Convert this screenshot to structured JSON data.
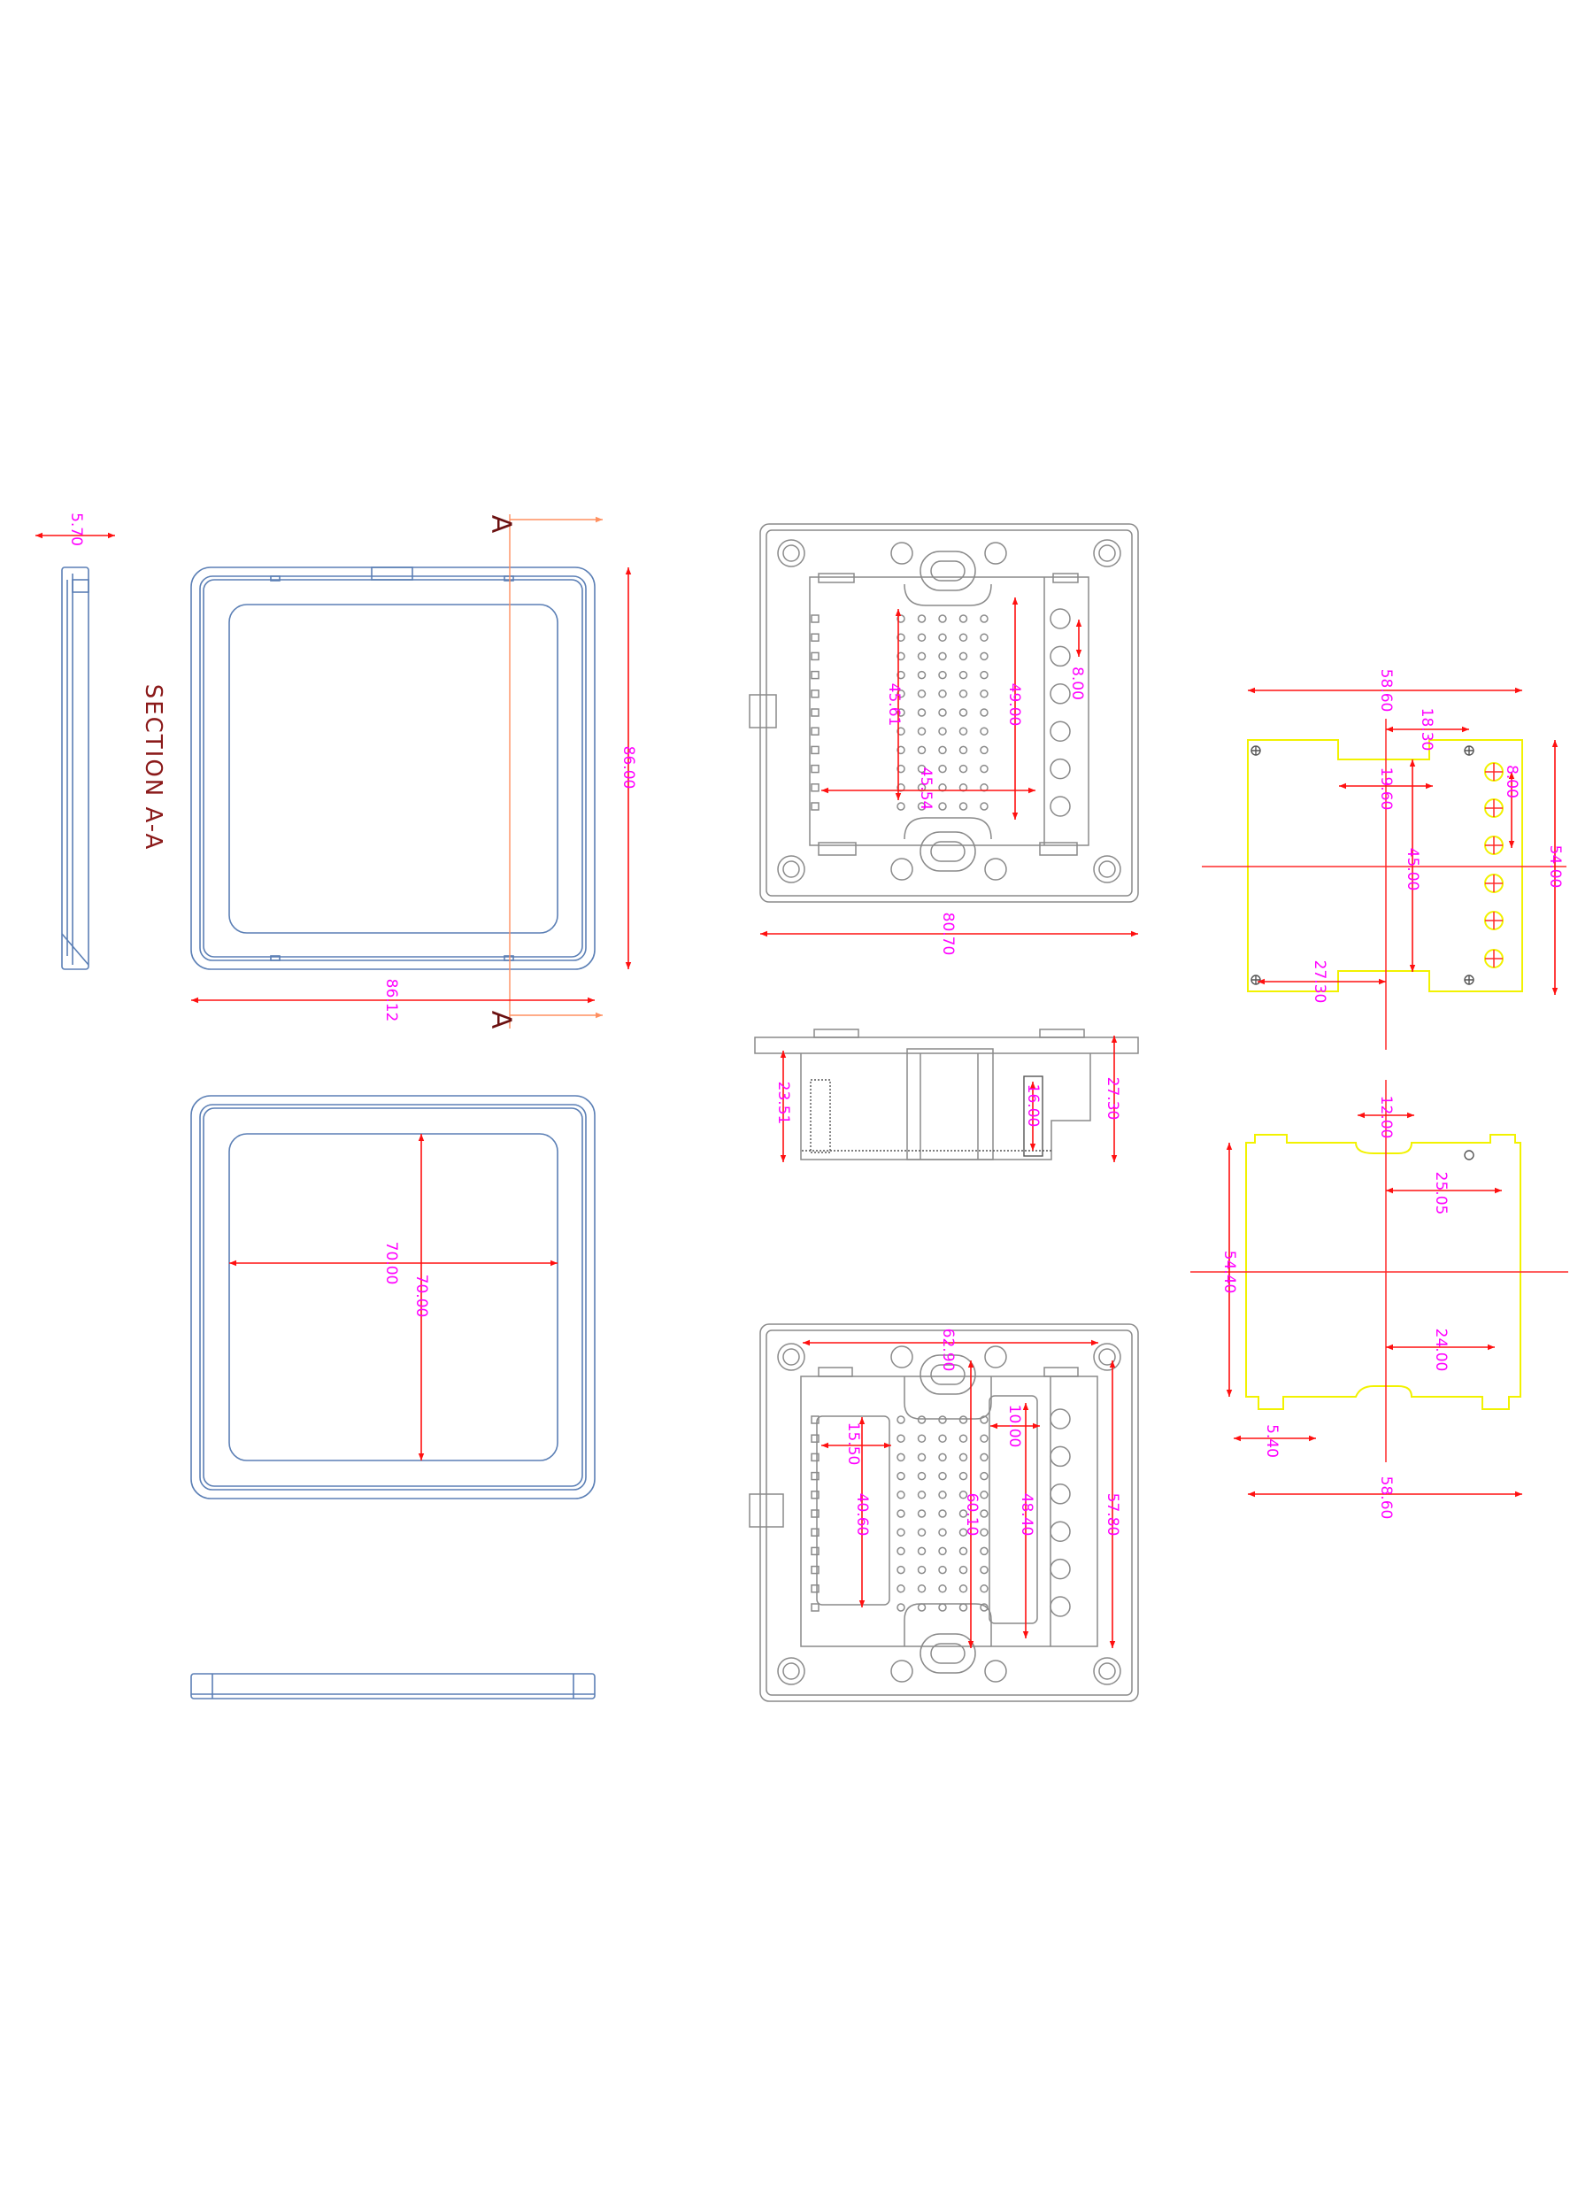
{
  "drawing": {
    "section_label": "SECTION A-A",
    "section_marker_top": "A",
    "section_marker_bottom": "A"
  },
  "dimensions": {
    "section_view": [
      "5.70"
    ],
    "front_frame": [
      "86.00",
      "86.12"
    ],
    "frame_window": [
      "70.00",
      "70.00"
    ],
    "base_top": [
      "45.61",
      "49.00",
      "8.00",
      "45.54",
      "80.70"
    ],
    "base_side": [
      "23.51",
      "16.00",
      "27.30"
    ],
    "base_bottom": [
      "62.90",
      "15.50",
      "10.00",
      "40.60",
      "60.10",
      "48.40",
      "57.80"
    ],
    "pcb_top": [
      "58.60",
      "18.30",
      "19.60",
      "8.00",
      "45.00",
      "54.00",
      "27.30"
    ],
    "pcb_bottom": [
      "12.00",
      "25.05",
      "54.40",
      "24.00",
      "5.40",
      "58.60"
    ]
  },
  "colors": {
    "frame_outline": "#5b7fb5",
    "base_outline": "#8a8a8a",
    "pcb_outline": "#f2f200",
    "dimension_line": "#ff1010",
    "dimension_text": "#ff00ff",
    "section_line": "#ff9060",
    "section_label": "#8b1a1a"
  }
}
